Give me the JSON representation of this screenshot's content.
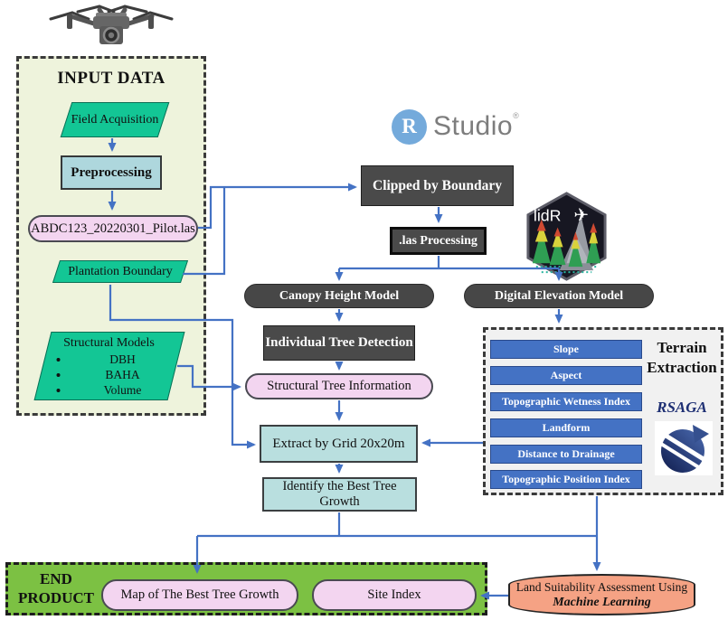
{
  "input_data": {
    "title": "INPUT DATA",
    "field_acquisition": "Field Acquisition",
    "preprocessing": "Preprocessing",
    "las_file": "ABDC123_20220301_Pilot.las",
    "plantation_boundary": "Plantation Boundary",
    "structural_models": {
      "title": "Structural Models",
      "items": [
        "DBH",
        "BAHA",
        "Volume"
      ]
    }
  },
  "logos": {
    "rstudio_r": "R",
    "rstudio_word": "Studio",
    "rstudio_reg": "®",
    "lidr": "lidR",
    "rsaga": "RSAGA"
  },
  "process": {
    "clipped_by_boundary": "Clipped by Boundary",
    "las_processing": ".las Processing",
    "canopy_height_model": "Canopy Height Model",
    "digital_elevation_model": "Digital Elevation Model",
    "individual_tree_detection": "Individual Tree Detection",
    "structural_tree_information": "Structural Tree Information",
    "extract_by_grid": "Extract by Grid 20x20m",
    "identify_best_growth": "Identify the Best Tree Growth"
  },
  "terrain": {
    "title_line1": "Terrain",
    "title_line2": "Extraction",
    "items": [
      "Slope",
      "Aspect",
      "Topographic Wetness Index",
      "Landform",
      "Distance to Drainage",
      "Topographic Position Index"
    ]
  },
  "end_product": {
    "title_line1": "END",
    "title_line2": "PRODUCT",
    "map_best_growth": "Map of The Best Tree Growth",
    "site_index": "Site Index"
  },
  "assessment": {
    "line1": "Land Suitability Assessment Using",
    "line2": "Machine Learning"
  },
  "colors": {
    "arrow_blue": "#4472c4",
    "teal_shape": "#13c695",
    "light_teal": "#b9dfdf",
    "light_blue": "#aed7dd",
    "pink": "#f3d5f0",
    "dark_box": "#4a4a4a",
    "terrain_item_blue": "#4472c4",
    "end_green": "#7cc143",
    "salmon": "#f5a284",
    "input_bg": "#eef3dc"
  }
}
